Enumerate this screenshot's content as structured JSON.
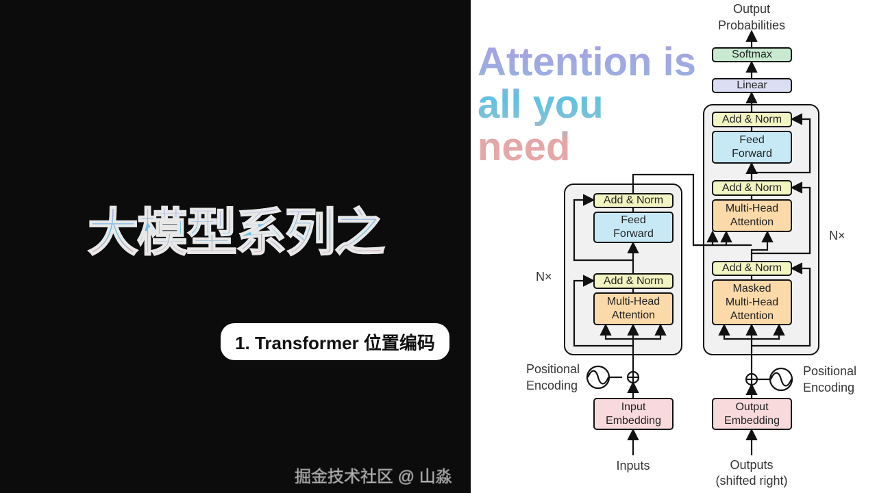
{
  "cover": {
    "series_title": "大模型系列之",
    "episode": "1. Transformer 位置编码",
    "paper_title_lines": [
      "Attention is",
      "all you",
      "need"
    ]
  },
  "diagram": {
    "output_label": [
      "Output",
      "Probabilities"
    ],
    "softmax": "Softmax",
    "linear": "Linear",
    "add_norm": "Add & Norm",
    "feed_forward": [
      "Feed",
      "Forward"
    ],
    "multi_head": [
      "Multi-Head",
      "Attention"
    ],
    "masked_multi_head": [
      "Masked",
      "Multi-Head",
      "Attention"
    ],
    "nx": "N×",
    "positional_encoding": [
      "Positional",
      "Encoding"
    ],
    "input_embedding": [
      "Input",
      "Embedding"
    ],
    "output_embedding": [
      "Output",
      "Embedding"
    ],
    "inputs": "Inputs",
    "outputs": [
      "Outputs",
      "(shifted right)"
    ]
  },
  "watermark": "掘金技术社区 @ 山淼",
  "colors": {
    "add_norm": "#f2f4c2",
    "feed_forward": "#c7e9f6",
    "attention": "#fbd9a9",
    "softmax": "#c9ead0",
    "linear": "#dcdff3",
    "embedding": "#f9dadc"
  }
}
